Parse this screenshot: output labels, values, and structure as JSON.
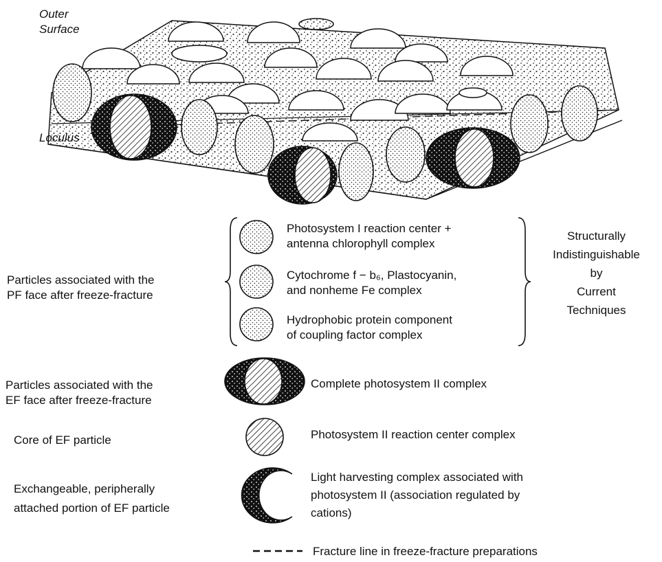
{
  "top_labels": {
    "outer_surface_line1": "Outer",
    "outer_surface_line2": "Surface",
    "loculus": "Loculus"
  },
  "pf_group": {
    "left_label_line1": "Particles associated with the",
    "left_label_line2": "PF face after freeze-fracture",
    "items": [
      {
        "line1": "Photosystem I  reaction center +",
        "line2": "antenna chlorophyll complex"
      },
      {
        "line1": "Cytochrome f − b₆, Plastocyanin,",
        "line2": "and nonheme Fe complex"
      },
      {
        "line1": "Hydrophobic protein component",
        "line2": "of coupling factor complex"
      }
    ],
    "right_note": [
      "Structurally",
      "Indistinguishable",
      "by",
      "Current",
      "Techniques"
    ]
  },
  "ef_group": {
    "rows": [
      {
        "left_line1": "Particles associated with the",
        "left_line2": "EF face after freeze-fracture",
        "desc_line1": "Complete photosystem II complex",
        "desc_line2": ""
      },
      {
        "left_line1": "Core of EF particle",
        "left_line2": "",
        "desc_line1": "Photosystem II reaction center complex",
        "desc_line2": ""
      },
      {
        "left_line1": "Exchangeable, peripherally",
        "left_line2": "attached portion of EF particle",
        "desc_line1": "Light harvesting complex associated with",
        "desc_line2": "photosystem II  (association regulated by",
        "desc_line3": "cations)"
      }
    ]
  },
  "fracture_legend": "Fracture line in freeze-fracture preparations",
  "icons": [
    "stippled-particle-icon",
    "ef-particle-icon",
    "hatched-core-icon",
    "crescent-icon",
    "dashed-line-icon"
  ]
}
